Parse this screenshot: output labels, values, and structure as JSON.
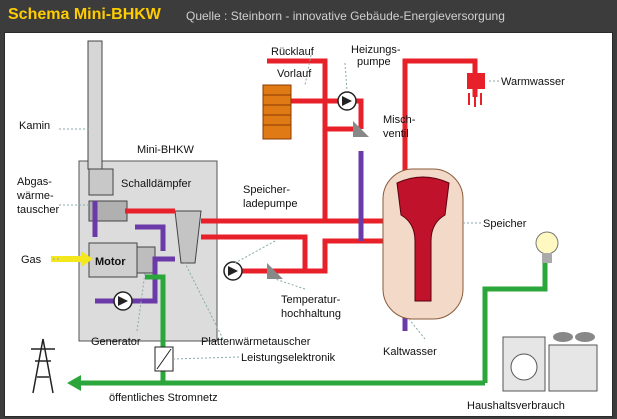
{
  "title": {
    "main": "Schema Mini-BHKW",
    "source": "Quelle :  Steinborn - innovative Gebäude-Energieversorgung"
  },
  "labels": {
    "ruecklauf": "Rücklauf",
    "vorlauf": "Vorlauf",
    "heizungspumpe_1": "Heizungs-",
    "heizungspumpe_2": "pumpe",
    "warmwasser": "Warmwasser",
    "kamin": "Kamin",
    "mini_bhkw": "Mini-BHKW",
    "mischventil_1": "Misch-",
    "mischventil_2": "ventil",
    "abgas_1": "Abgas-",
    "abgas_2": "wärme-",
    "abgas_3": "tauscher",
    "schalldaempfer": "Schalldämpfer",
    "speicherladepumpe_1": "Speicher-",
    "speicherladepumpe_2": "ladepumpe",
    "speicher": "Speicher",
    "gas": "Gas",
    "motor": "Motor",
    "temperatur_1": "Temperatur-",
    "temperatur_2": "hochhaltung",
    "generator": "Generator",
    "plattenwaermetauscher": "Plattenwärmetauscher",
    "leistungselektronik": "Leistungselektronik",
    "kaltwasser": "Kaltwasser",
    "stromnetz": "öffentliches Stromnetz",
    "haushaltsverbrauch": "Haushaltsverbrauch"
  },
  "colors": {
    "hot": "#e8202a",
    "cold": "#6a3aa8",
    "power": "#2aa63a",
    "gas": "#f4e81c",
    "unit": "#d9d9d9",
    "tank": "#f2d9c8"
  }
}
